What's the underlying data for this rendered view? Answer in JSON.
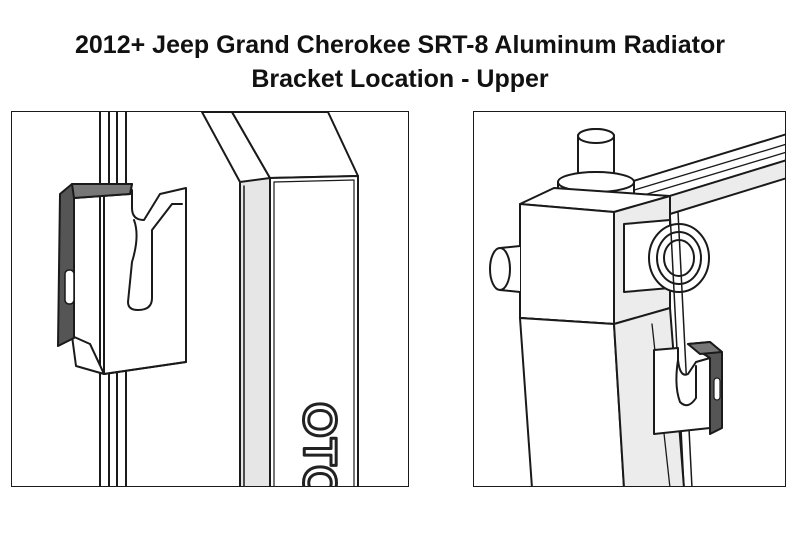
{
  "title": {
    "line1": "2012+ Jeep Grand Cherokee SRT-8 Aluminum Radiator",
    "line2": "Bracket Location - Upper"
  },
  "figures": [
    {
      "id": "left",
      "view": "close-up of upper bracket on radiator side tank",
      "stamp_text": "OTO"
    },
    {
      "id": "right",
      "view": "upper corner of radiator with inlet neck and bracket"
    }
  ],
  "colors": {
    "outline": "#1a1a1a",
    "bracket_dark": "#555555",
    "part_fill": "#ffffff",
    "shade": "#dcdcdc"
  }
}
